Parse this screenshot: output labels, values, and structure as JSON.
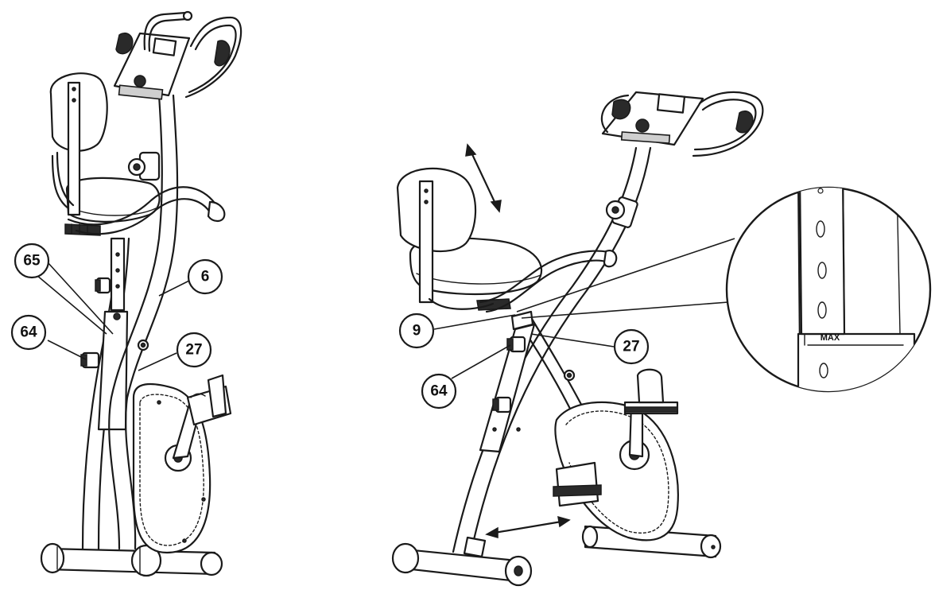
{
  "callouts": {
    "left_65": "65",
    "left_6": "6",
    "left_64": "64",
    "left_27": "27",
    "right_9": "9",
    "right_27": "27",
    "right_64": "64"
  },
  "detail": {
    "max_label": "MAX"
  }
}
